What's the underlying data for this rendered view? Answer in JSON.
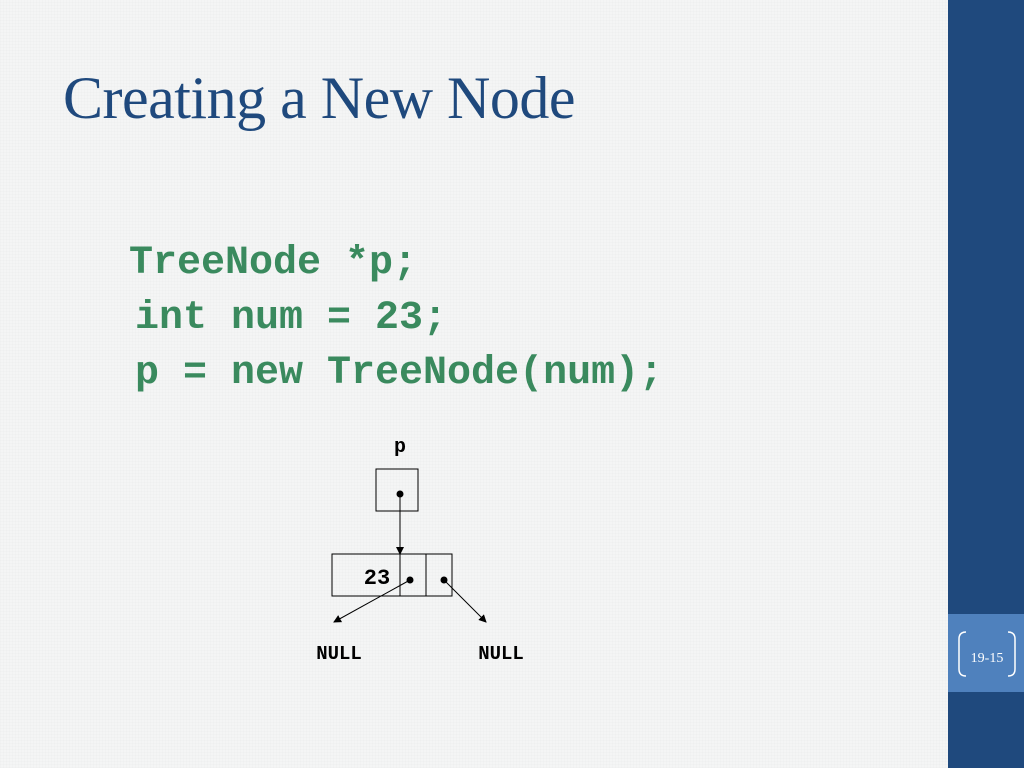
{
  "slide": {
    "title": "Creating a New Node",
    "slide_number": "19-15"
  },
  "code": {
    "lines": [
      "TreeNode *p;",
      "int num = 23;",
      "p = new TreeNode(num);"
    ]
  },
  "diagram": {
    "pointer_label": "p",
    "node_value": "23",
    "left_null_label": "NULL",
    "right_null_label": "NULL"
  },
  "colors": {
    "title": "#1f497d",
    "code": "#3a8a5e",
    "sidebar": "#1f497d",
    "sidebar_tab": "#4f81bd"
  }
}
